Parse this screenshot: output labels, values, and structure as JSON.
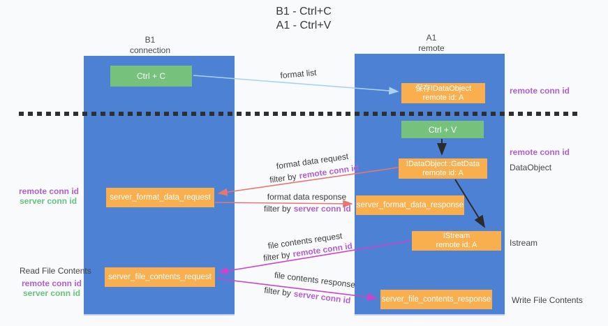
{
  "title": {
    "line1": "B1 - Ctrl+C",
    "line2": "A1 - Ctrl+V"
  },
  "lifelines": {
    "b1": {
      "name": "B1",
      "role": "connection"
    },
    "a1": {
      "name": "A1",
      "role": "remote"
    }
  },
  "nodes": {
    "ctrl_c": "Ctrl + C",
    "ctrl_v": "Ctrl + V",
    "saved_dataobject": {
      "line1": "保存IDataObject",
      "line2": "remote id: A"
    },
    "getdata": {
      "line1": "IDataObject::GetData",
      "line2": "remote id: A"
    },
    "istream": {
      "line1": "IStream",
      "line2": "remote id: A"
    },
    "server_format_data_request": "server_format_data_request",
    "server_format_data_response": "server_format_data_response",
    "server_file_contents_request": "server_file_contents_request",
    "server_file_contents_response": "server_file_contents_response"
  },
  "arrow_labels": {
    "format_list": "format list",
    "format_data_request": "format data request",
    "format_data_response": "format data response",
    "file_contents_request": "file contents request",
    "file_contents_response": "file contents response",
    "filter_by": "filter by",
    "remote_conn_id": "remote conn id",
    "server_conn_id": "server conn id"
  },
  "side_labels": {
    "remote_conn_id": "remote conn id",
    "server_conn_id": "server conn id",
    "dataobject": "DataObject",
    "istream": "Istream",
    "read_file_contents": "Read File Contents",
    "write_file_contents": "Write File Contents"
  },
  "colors": {
    "lifeline_blue": "#4d81d3",
    "node_orange": "#f9af4e",
    "node_green": "#76c17c",
    "arrow_light_blue": "#a8d2f2",
    "arrow_salmon": "#e8766f",
    "arrow_magenta": "#cc44cb",
    "arrow_black": "#2b2b2b",
    "boundary_dash": "#2f2f2f",
    "text_purple": "#b060d0",
    "text_green": "#66c47f"
  }
}
